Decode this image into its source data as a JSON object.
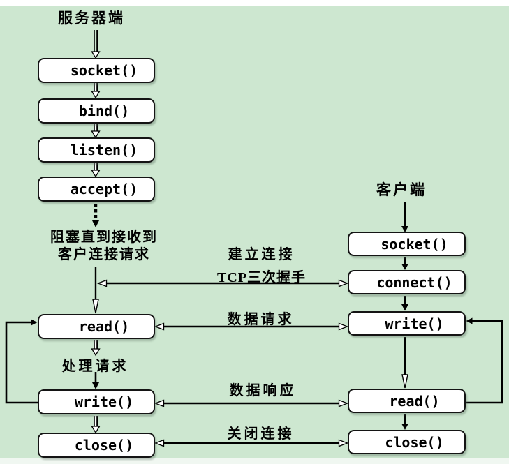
{
  "colors": {
    "background_green": "#cde7d0",
    "box_fill": "#ffffff",
    "line_color": "#000000",
    "top_margin": "#ffffff",
    "bottom_margin": "#f0f7f1"
  },
  "server": {
    "title": "服务器端",
    "boxes": [
      {
        "id": "socket",
        "label": "socket()"
      },
      {
        "id": "bind",
        "label": "bind()"
      },
      {
        "id": "listen",
        "label": "listen()"
      },
      {
        "id": "accept",
        "label": "accept()"
      },
      {
        "id": "read",
        "label": "read()"
      },
      {
        "id": "write",
        "label": "write()"
      },
      {
        "id": "close",
        "label": "close()"
      }
    ]
  },
  "client": {
    "title": "客户端",
    "boxes": [
      {
        "id": "socket",
        "label": "socket()"
      },
      {
        "id": "connect",
        "label": "connect()"
      },
      {
        "id": "write",
        "label": "write()"
      },
      {
        "id": "read",
        "label": "read()"
      },
      {
        "id": "close",
        "label": "close()"
      }
    ]
  },
  "annotations": {
    "block_wait_line1": "阻塞直到接收到",
    "block_wait_line2": "客户连接请求",
    "establish": "建立连接",
    "handshake": "TCP三次握手",
    "data_request": "数据请求",
    "process_request": "处理请求",
    "data_response": "数据响应",
    "close_connection": "关闭连接"
  }
}
